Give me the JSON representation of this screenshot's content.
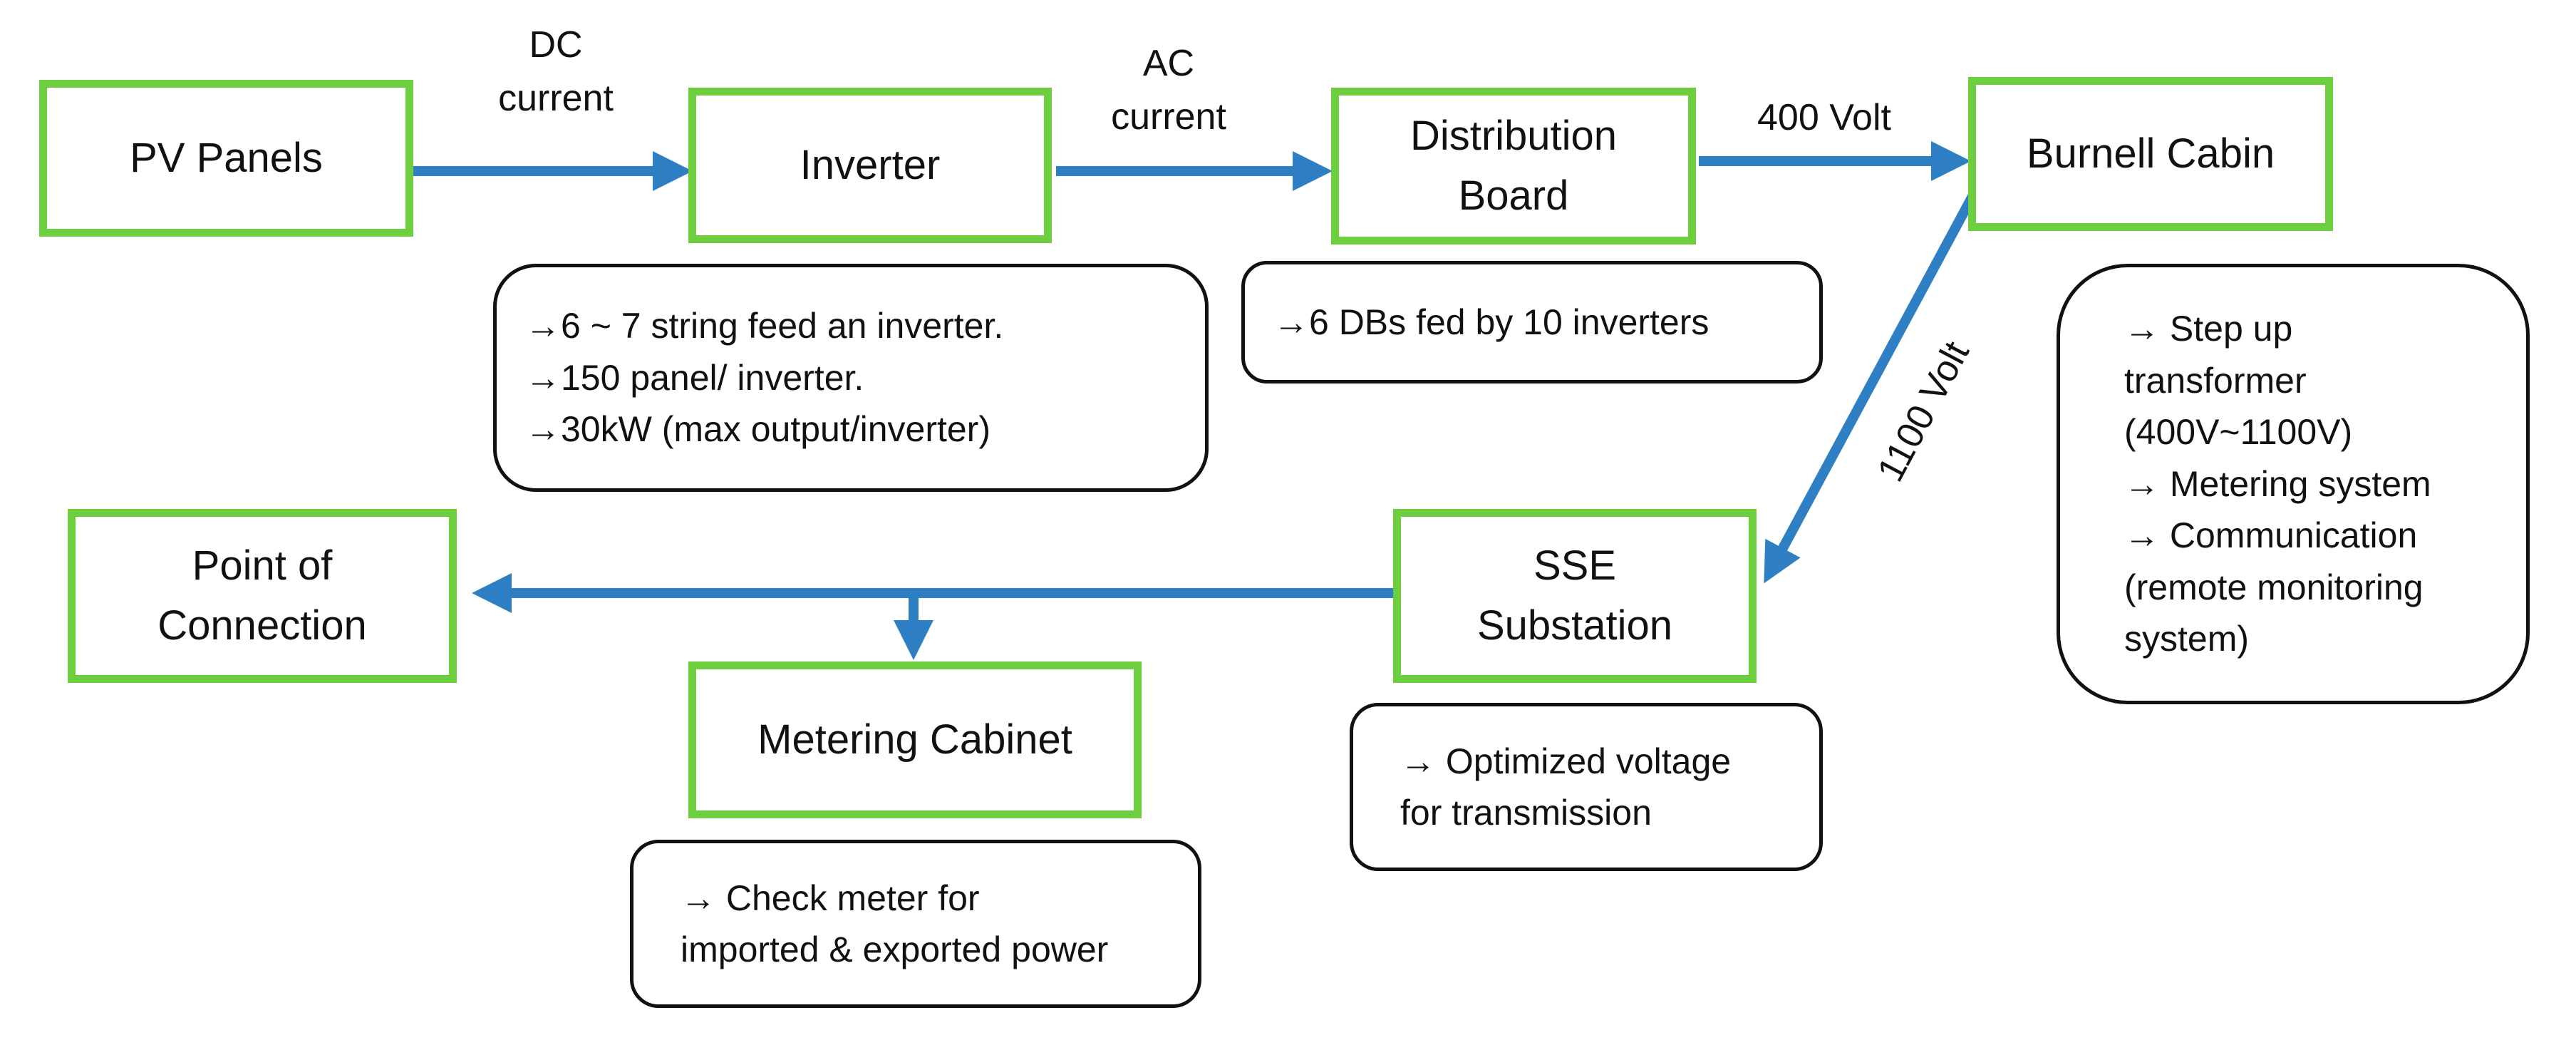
{
  "colors": {
    "node_border": "#6ecf3e",
    "arrow": "#2e7fc3",
    "note_border": "#111111"
  },
  "nodes": {
    "pv_panels": "PV Panels",
    "inverter": "Inverter",
    "distribution_board": "Distribution\nBoard",
    "burnell_cabin": "Burnell Cabin",
    "sse_substation": "SSE\nSubstation",
    "point_of_connection": "Point of\nConnection",
    "metering_cabinet": "Metering Cabinet"
  },
  "edge_labels": {
    "dc_current": "DC\ncurrent",
    "ac_current": "AC\ncurrent",
    "v400": "400 Volt",
    "v1100": "1100 Volt"
  },
  "notes": {
    "inverter": [
      "→6 ~ 7 string feed an inverter.",
      "→150 panel/ inverter.",
      "→30kW (max output/inverter)"
    ],
    "distribution_board": [
      "→6 DBs fed by 10 inverters"
    ],
    "burnell_cabin": [
      "→ Step up",
      "transformer",
      "(400V~1100V)",
      "→ Metering system",
      "→ Communication",
      "(remote monitoring",
      "system)"
    ],
    "sse_substation": [
      "→ Optimized voltage",
      "for transmission"
    ],
    "metering_cabinet": [
      "→ Check meter for",
      "imported & exported power"
    ]
  }
}
